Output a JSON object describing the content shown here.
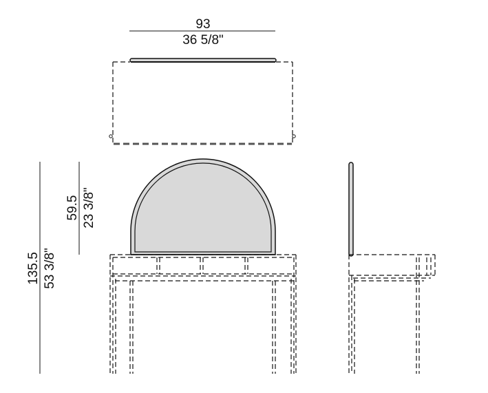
{
  "dimensions": {
    "width": {
      "cm": "93",
      "in": "36 5/8\""
    },
    "total_height": {
      "cm": "135.5",
      "in": "53 3/8\""
    },
    "mirror_height": {
      "cm": "59.5",
      "in": "23 3/8\""
    }
  },
  "colors": {
    "mirror_fill": "#d9d9d9",
    "line": "#111111"
  }
}
